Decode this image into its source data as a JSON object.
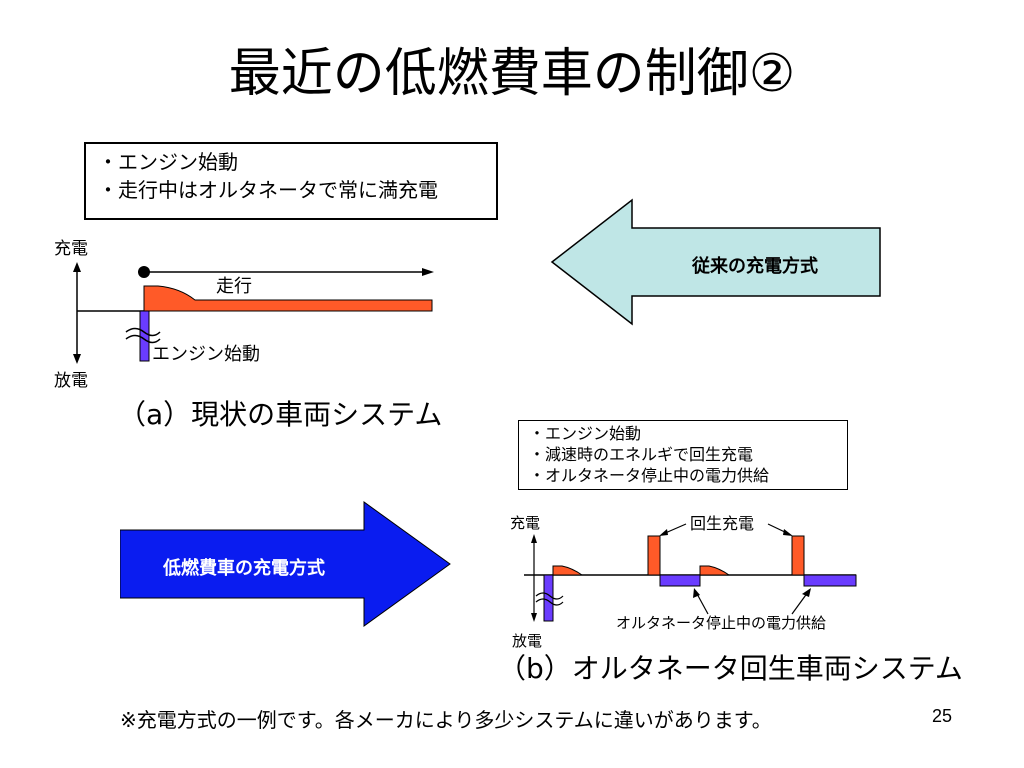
{
  "slide": {
    "title": "最近の低燃費車の制御②",
    "page_number": "25",
    "footer_note": "※充電方式の一例です。各メーカにより多少システムに違いがあります。"
  },
  "diagram_a": {
    "notes": [
      "・エンジン始動",
      "・走行中はオルタネータで常に満充電"
    ],
    "axis_top": "充電",
    "axis_bottom": "放電",
    "run_label": "走行",
    "start_label": "エンジン始動",
    "caption": "（a）現状の車両システム",
    "arrow_label": "従来の充電方式"
  },
  "diagram_b": {
    "notes": [
      "・エンジン始動",
      "・減速時のエネルギで回生充電",
      "・オルタネータ停止中の電力供給"
    ],
    "axis_top": "充電",
    "axis_bottom": "放電",
    "regen_label": "回生充電",
    "supply_label": "オルタネータ停止中の電力供給",
    "caption": "（b）オルタネータ回生車両システム",
    "arrow_label": "低燃費車の充電方式"
  },
  "colors": {
    "charge": "#ff5a28",
    "discharge": "#6a3cff",
    "light_arrow": "#bfe6e6",
    "blue_arrow": "#0a1cf0"
  }
}
